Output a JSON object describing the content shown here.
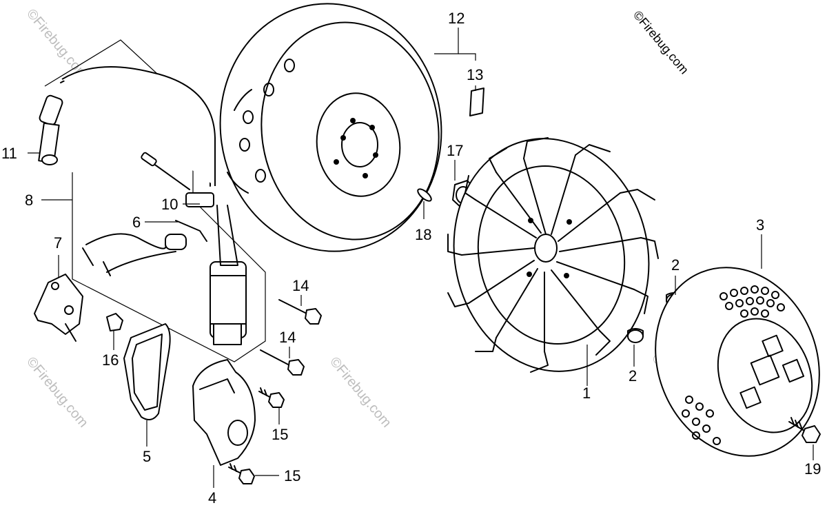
{
  "copyright": "©Firebug.com",
  "watermark": "©Firebug.com",
  "callouts": [
    {
      "id": "1",
      "text": "1"
    },
    {
      "id": "2a",
      "text": "2"
    },
    {
      "id": "2b",
      "text": "2"
    },
    {
      "id": "3",
      "text": "3"
    },
    {
      "id": "4",
      "text": "4"
    },
    {
      "id": "5",
      "text": "5"
    },
    {
      "id": "6",
      "text": "6"
    },
    {
      "id": "7",
      "text": "7"
    },
    {
      "id": "8",
      "text": "8"
    },
    {
      "id": "10",
      "text": "10"
    },
    {
      "id": "11",
      "text": "11"
    },
    {
      "id": "12",
      "text": "12"
    },
    {
      "id": "13",
      "text": "13"
    },
    {
      "id": "14a",
      "text": "14"
    },
    {
      "id": "14b",
      "text": "14"
    },
    {
      "id": "15a",
      "text": "15"
    },
    {
      "id": "15b",
      "text": "15"
    },
    {
      "id": "16",
      "text": "16"
    },
    {
      "id": "17",
      "text": "17"
    },
    {
      "id": "18",
      "text": "18"
    },
    {
      "id": "19",
      "text": "19"
    }
  ]
}
